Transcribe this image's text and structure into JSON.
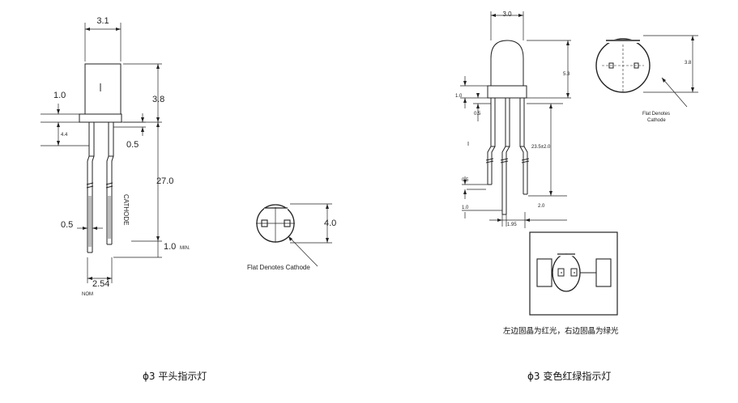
{
  "left_led": {
    "dims": {
      "body_width": "3.1",
      "flange": "1.0",
      "body_height": "3.8",
      "lead_gap": "4.4",
      "lead_step": "0.5",
      "lead_length": "27.0",
      "lead_width": "0.5",
      "lead_min": "1.0",
      "min_label": "MIN.",
      "pitch": "2.54",
      "nom_label": "NOM"
    },
    "cathode_label": "CATHODE",
    "top_view": {
      "diameter": "4.0",
      "note": "Flat Denotes Cathode"
    },
    "caption": "ϕ3 平头指示灯"
  },
  "right_led": {
    "dims": {
      "body_width": "3.0",
      "dome_height": "5.3",
      "flange": "1.0",
      "lead_step": "0.5",
      "lead_length": "23.5±2.0",
      "lead_width": "0.5",
      "bottom": "1.0",
      "pitch": "1.95",
      "right_pitch": "2.0"
    },
    "top_view": {
      "diameter": "3.8",
      "note_line1": "Flat Denotes",
      "note_line2": "Cathode"
    },
    "chip_note": "左边固晶为红光，右边固晶为绿光",
    "caption": "ϕ3 变色红绿指示灯"
  }
}
